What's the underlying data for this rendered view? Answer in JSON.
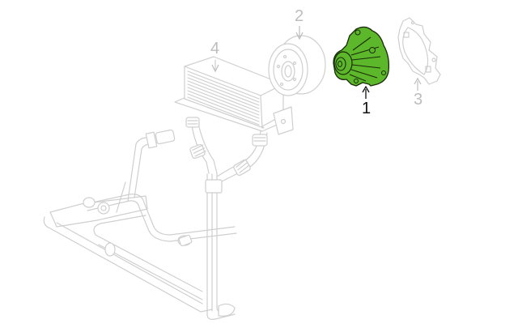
{
  "diagram": {
    "type": "exploded-parts-diagram",
    "highlight_color": "#5cb82a",
    "highlight_outline": "#1a2a0a",
    "ghost_color": "#cfcfcf",
    "callouts": [
      {
        "number": "1",
        "part": "water-pump",
        "highlighted": true
      },
      {
        "number": "2",
        "part": "pulley",
        "highlighted": false
      },
      {
        "number": "3",
        "part": "gasket",
        "highlighted": false
      },
      {
        "number": "4",
        "part": "oil-cooler",
        "highlighted": false
      }
    ]
  }
}
